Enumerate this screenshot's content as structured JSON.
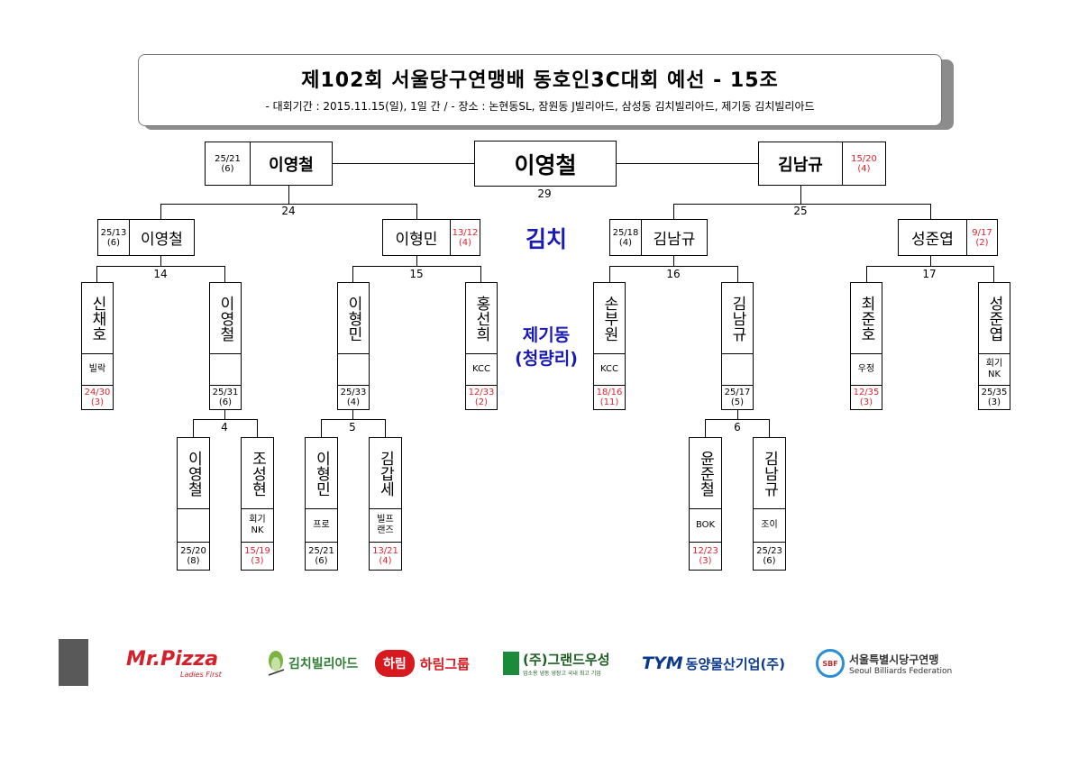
{
  "header": {
    "title": "제102회 서울당구연맹배 동호인3C대회 예선 - 15조",
    "subtitle": "- 대회기간 : 2015.11.15(일), 1일 간 / - 장소 : 논현동SL, 잠원동 J빌리아드, 삼성동 김치빌리아드, 제기동 김치빌리아드"
  },
  "final": {
    "winner": "이영철",
    "match_no": "29",
    "left": {
      "score": "25/21",
      "innings": "(6)",
      "name": "이영철"
    },
    "right": {
      "name": "김남규",
      "score": "15/20",
      "innings": "(4)"
    }
  },
  "semis": {
    "left_no": "24",
    "right_no": "25"
  },
  "quarter": {
    "b1": {
      "score": "25/13",
      "innings": "(6)",
      "name": "이영철"
    },
    "b2": {
      "name": "이형민",
      "score": "13/12",
      "innings": "(4)"
    },
    "b3": {
      "score": "25/18",
      "innings": "(4)",
      "name": "김남규"
    },
    "b4": {
      "name": "성준엽",
      "score": "9/17",
      "innings": "(2)"
    },
    "nums": [
      "14",
      "15",
      "16",
      "17"
    ]
  },
  "venues": {
    "v1": "김치",
    "v2a": "제기동",
    "v2b": "(청량리)"
  },
  "players": {
    "p1": {
      "name": "신채호",
      "club": "빌락",
      "score": "24/30",
      "innings": "(3)"
    },
    "p2": {
      "name": "이영철",
      "club": "",
      "score": "25/31",
      "innings": "(6)"
    },
    "p3": {
      "name": "이형민",
      "club": "",
      "score": "25/33",
      "innings": "(4)"
    },
    "p4": {
      "name": "홍선희",
      "club": "KCC",
      "score": "12/33",
      "innings": "(2)"
    },
    "p5": {
      "name": "손부원",
      "club": "KCC",
      "score": "18/16",
      "innings": "(11)"
    },
    "p6": {
      "name": "김남규",
      "club": "",
      "score": "25/17",
      "innings": "(5)"
    },
    "p7": {
      "name": "최준호",
      "club": "우정",
      "score": "12/35",
      "innings": "(3)"
    },
    "p8": {
      "name": "성준엽",
      "club": "회기NK",
      "score": "25/35",
      "innings": "(3)"
    }
  },
  "r1": {
    "nums": [
      "4",
      "5",
      "6"
    ],
    "q1": {
      "name": "이영철",
      "club": "",
      "score": "25/20",
      "innings": "(8)"
    },
    "q2": {
      "name": "조성현",
      "club": "회기NK",
      "score": "15/19",
      "innings": "(3)"
    },
    "q3": {
      "name": "이형민",
      "club": "프로",
      "score": "25/21",
      "innings": "(6)"
    },
    "q4": {
      "name": "김갑세",
      "club": "빌프랜즈",
      "score": "13/21",
      "innings": "(4)"
    },
    "q5": {
      "name": "윤준철",
      "club": "BOK",
      "score": "12/23",
      "innings": "(3)"
    },
    "q6": {
      "name": "김남규",
      "club": "조이",
      "score": "25/23",
      "innings": "(6)"
    }
  },
  "sponsors": {
    "mrpizza": "Mr.Pizza",
    "mrpizza_tag": "Ladies First",
    "kimchi": "김치빌리아드",
    "harim_badge": "하림",
    "harim": "하림그룹",
    "grand": "(주)그랜드우성",
    "grand_sub": "업소용 냉동 냉장고 국내 최고 기업",
    "tym_mark": "TYM",
    "tym": "동양물산기업(주)",
    "sbf_mark": "SBF",
    "sbf": "서울특별시당구연맹",
    "sbf_en": "Seoul Billiards Federation"
  },
  "colors": {
    "loss_score": "#e0232b",
    "venue": "#1a1ab4"
  }
}
